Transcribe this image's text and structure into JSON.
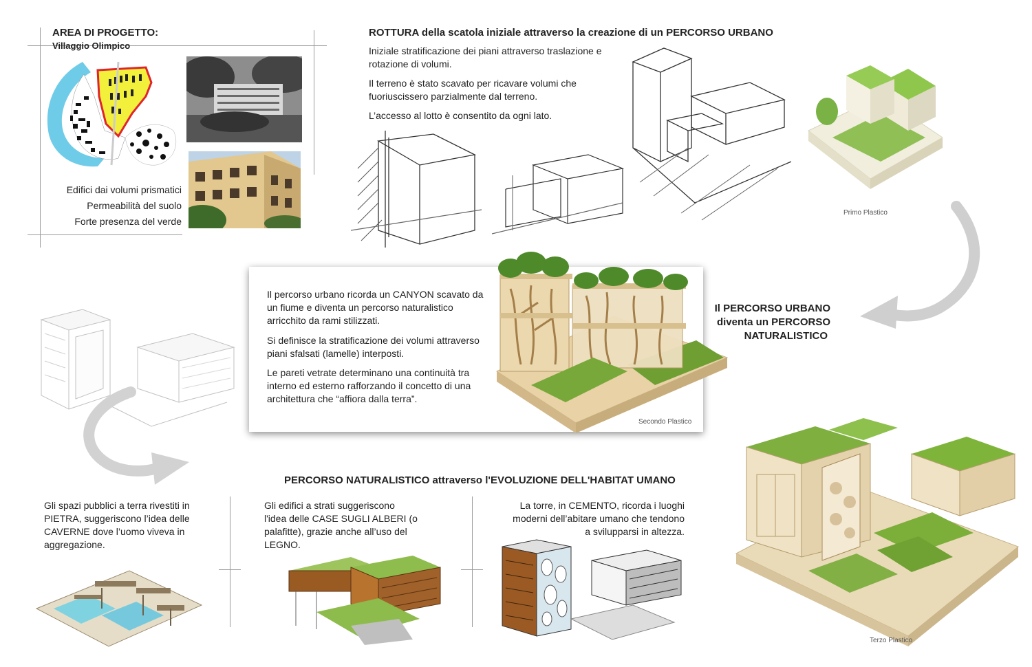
{
  "area": {
    "title": "AREA DI PROGETTO:",
    "subtitle": "Villaggio Olimpico",
    "features": [
      "Edifici dai volumi prismatici",
      "Permeabilità del suolo",
      "Forte presenza del verde"
    ]
  },
  "rottura": {
    "title": "ROTTURA della scatola iniziale attraverso la creazione di un PERCORSO URBANO",
    "p1": "Iniziale stratificazione dei piani attraverso traslazione e rotazione di volumi.",
    "p2": "Il terreno è stato scavato per ricavare volumi che fuoriuscissero parzialmente dal terreno.",
    "p3": "L’accesso al lotto è consentito da ogni lato."
  },
  "canyon": {
    "p1": "Il percorso urbano ricorda un CANYON scavato da un fiume e diventa un percorso naturalistico arricchito da rami stilizzati.",
    "p2": "Si definisce la stratificazione dei volumi attraverso piani sfalsati (lamelle) interposti.",
    "p3": "Le pareti vetrate determinano una continuità tra interno  ed esterno rafforzando il concetto di una architettura  che “affiora dalla terra”."
  },
  "percorso_urbano": {
    "line1": "Il PERCORSO URBANO",
    "line2": "diventa un PERCORSO",
    "line3": "NATURALISTICO"
  },
  "captions": {
    "primo": "Primo Plastico",
    "secondo": "Secondo Plastico",
    "terzo": "Terzo Plastico"
  },
  "evoluzione": {
    "title": "PERCORSO NATURALISTICO attraverso l'EVOLUZIONE DELL'HABITAT UMANO",
    "col1": "Gli spazi pubblici a terra rivestiti in PIETRA,  suggeriscono  l’idea delle CAVERNE dove l’uomo viveva in aggregazione.",
    "col2": "Gli edifici a strati suggeriscono l'idea delle CASE SUGLI ALBERI (o palafitte), grazie anche all’uso del LEGNO.",
    "col3": "La torre, in CEMENTO, ricorda i luoghi moderni dell’abitare umano che tendono a svilupparsi in altezza."
  },
  "colors": {
    "site_yellow": "#f2f03a",
    "site_outline": "#e0242b",
    "river": "#5fc7e6",
    "grass": "#7fb43a",
    "wood": "#e6d0a6"
  }
}
